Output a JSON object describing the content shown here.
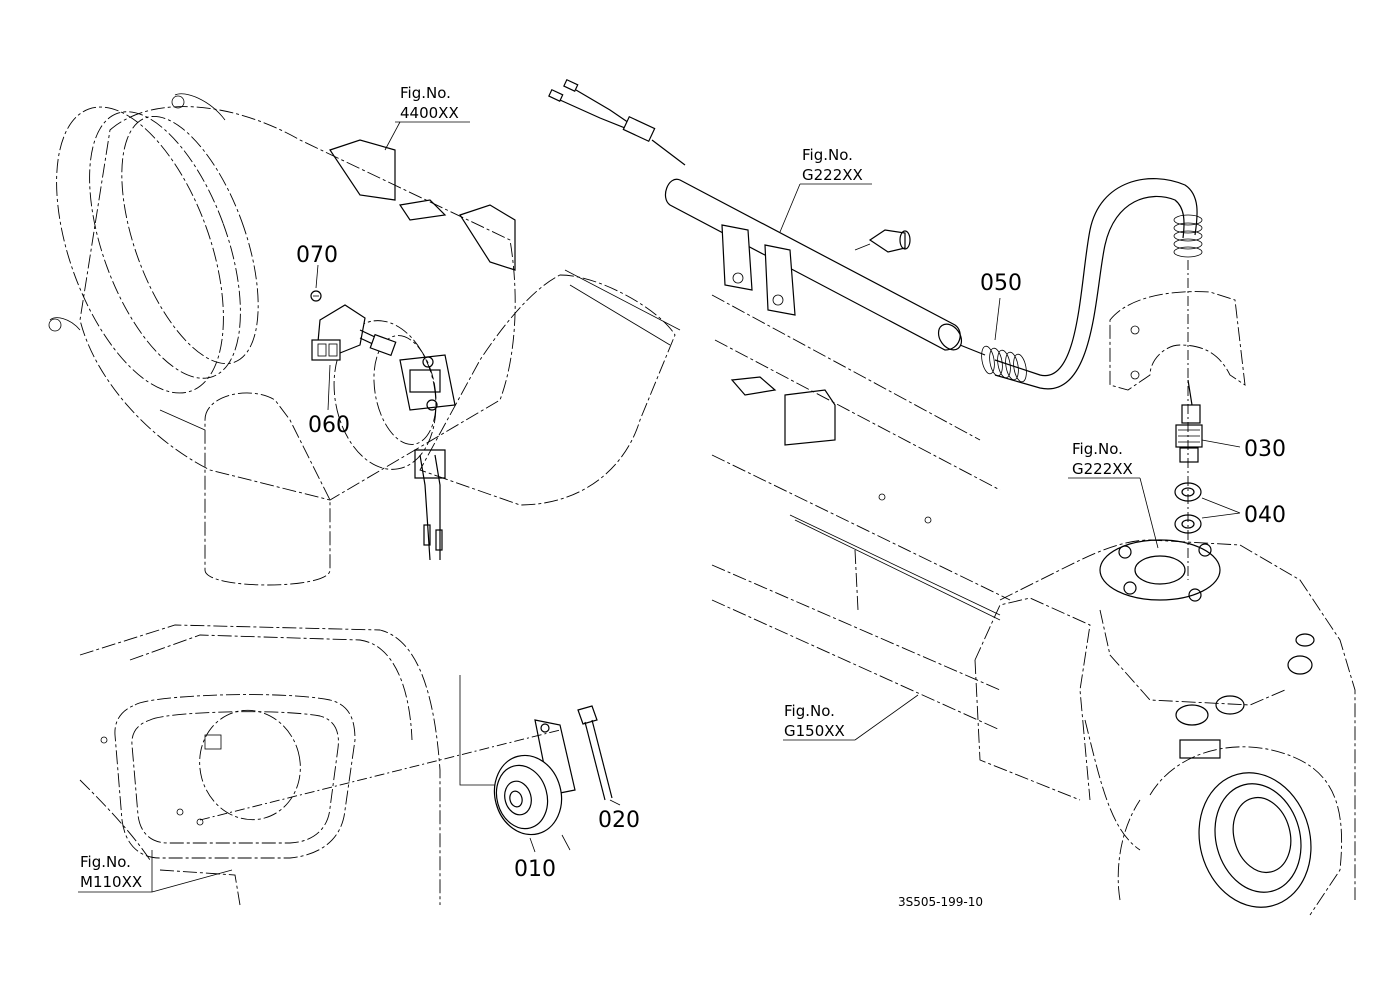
{
  "diagram": {
    "parts": {
      "p010": "010",
      "p020": "020",
      "p030": "030",
      "p040": "040",
      "p050": "050",
      "p060": "060",
      "p070": "070"
    },
    "figure_refs": {
      "air_cleaner": {
        "line1": "Fig.No.",
        "line2": "4400XX"
      },
      "wire_upper": {
        "line1": "Fig.No.",
        "line2": "G222XX"
      },
      "housing": {
        "line1": "Fig.No.",
        "line2": "G222XX"
      },
      "frame": {
        "line1": "Fig.No.",
        "line2": "G150XX"
      },
      "panel": {
        "line1": "Fig.No.",
        "line2": "M110XX"
      }
    },
    "drawing_code": "3S505-199-10"
  }
}
